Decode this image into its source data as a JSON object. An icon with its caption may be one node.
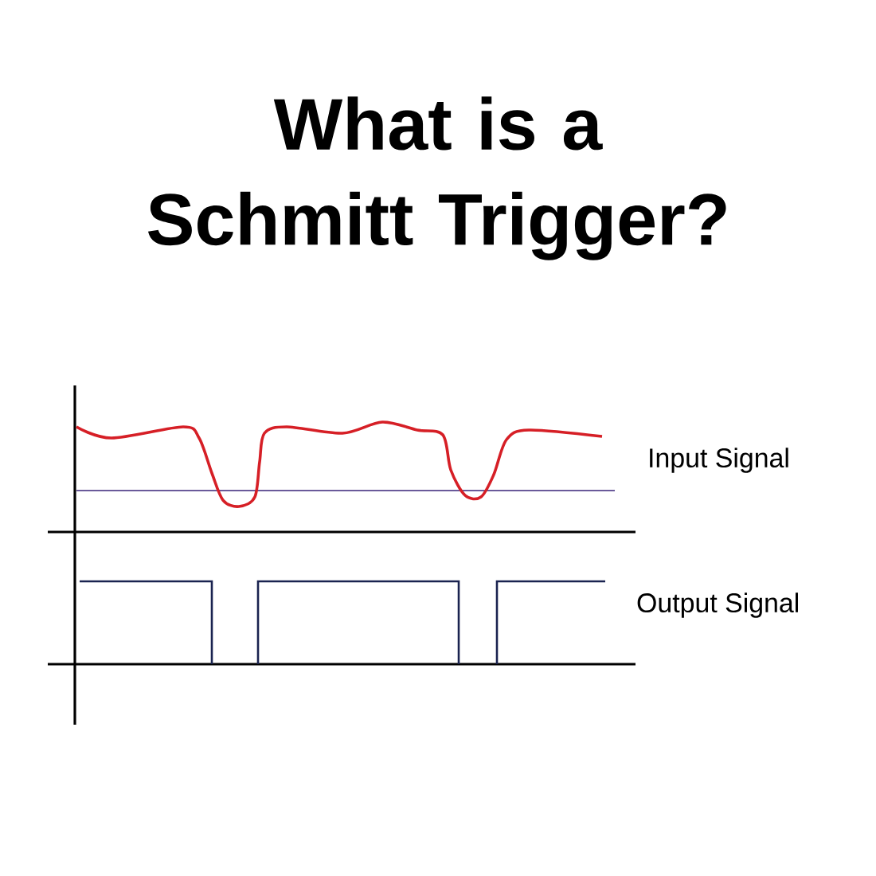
{
  "diagram": {
    "title": "What is a Schmitt Trigger?",
    "labels": [
      "Input Signal",
      "Output Signal"
    ]
  }
}
